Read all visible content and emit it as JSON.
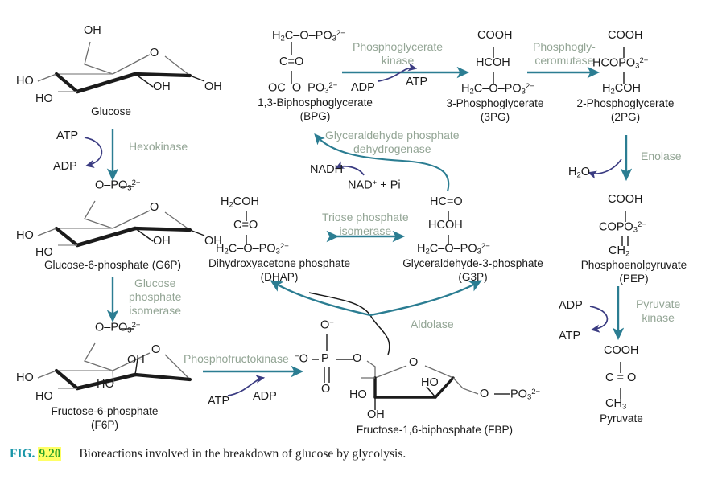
{
  "figure": {
    "fig_prefix": "FIG.",
    "fig_number": "9.20",
    "caption": "Bioreactions involved in the breakdown of glucose by glycolysis.",
    "colors": {
      "arrow_teal": "#2b7d92",
      "arrow_navy": "#3b3c82",
      "enzyme_gray_green": "#93a595",
      "bond_black": "#2b2b2b",
      "bond_gray": "#8a8a8a",
      "fig_teal": "#1896a8",
      "fig_green": "#2aa12a",
      "highlight_yellow": "#ffff66"
    }
  },
  "molecules": {
    "glucose": {
      "name": "Glucose",
      "ring_labels": [
        "OH",
        "O",
        "HO",
        "HO",
        "OH",
        "OH"
      ]
    },
    "g6p": {
      "name": "Glucose-6-phosphate (G6P)",
      "top_group": "O–PO3 2−",
      "ring_labels": [
        "O",
        "HO",
        "HO",
        "OH",
        "OH"
      ]
    },
    "f6p": {
      "name_line1": "Fructose-6-phosphate",
      "name_line2": "(F6P)",
      "top_group": "O–PO3 2−",
      "ring_labels": [
        "O",
        "OH",
        "HO",
        "HO",
        "HO"
      ]
    },
    "fbp": {
      "name": "Fructose-1,6-biphosphate (FBP)",
      "phosphate_labels": [
        "O−",
        "−O",
        "P",
        "O",
        "O"
      ],
      "ring_labels": [
        "O",
        "HO",
        "HO",
        "OH"
      ],
      "right_group": "O—PO3 2−"
    },
    "dhap": {
      "name_line1": "Dihydroxyacetone phosphate",
      "name_line2": "(DHAP)",
      "lines": [
        "H2COH",
        "C=O",
        "H2C–O–PO3 2−"
      ]
    },
    "g3p": {
      "name_line1": "Glyceraldehyde-3-phosphate",
      "name_line2": "(G3P)",
      "lines": [
        "HC=O",
        "HCOH",
        "H2C–O–PO3 2−"
      ]
    },
    "bpg": {
      "name_line1": "1,3-Biphosphoglycerate",
      "name_line2": "(BPG)",
      "lines": [
        "H2C–O–PO3 2−",
        "C=O",
        "OC–O–PO3 2−"
      ]
    },
    "pg3": {
      "name_line1": "3-Phosphoglycerate",
      "name_line2": "(3PG)",
      "lines": [
        "COOH",
        "HCOH",
        "H2C–O–PO3 2−"
      ]
    },
    "pg2": {
      "name_line1": "2-Phosphoglycerate",
      "name_line2": "(2PG)",
      "lines": [
        "COOH",
        "HCOPO3 2−",
        "H2COH"
      ]
    },
    "pep": {
      "name_line1": "Phosphoenolpyruvate",
      "name_line2": "(PEP)",
      "lines": [
        "COOH",
        "COPO3 2−",
        "CH2"
      ]
    },
    "pyruvate": {
      "name": "Pyruvate",
      "lines": [
        "COOH",
        "C = O",
        "CH3"
      ]
    }
  },
  "enzymes": {
    "hexokinase": "Hexokinase",
    "glucose_phosphate_isomerase": [
      "Glucose",
      "phosphate",
      "isomerase"
    ],
    "phosphofructokinase": "Phosphofructokinase",
    "aldolase": "Aldolase",
    "triose_phosphate_isomerase": [
      "Triose phosphate",
      "isomerase"
    ],
    "gapdh": [
      "Glyceraldehyde phosphate",
      "dehydrogenase"
    ],
    "phosphoglycerate_kinase": [
      "Phosphoglycerate",
      "kinase"
    ],
    "phosphoglyceromutase": [
      "Phosphogly-",
      "ceromutase"
    ],
    "enolase": "Enolase",
    "pyruvate_kinase": [
      "Pyruvate",
      "kinase"
    ]
  },
  "cofactors": {
    "atp": "ATP",
    "adp": "ADP",
    "nadh": "NADH",
    "nad_pi": "NAD+ + Pi",
    "water": "H2O"
  }
}
